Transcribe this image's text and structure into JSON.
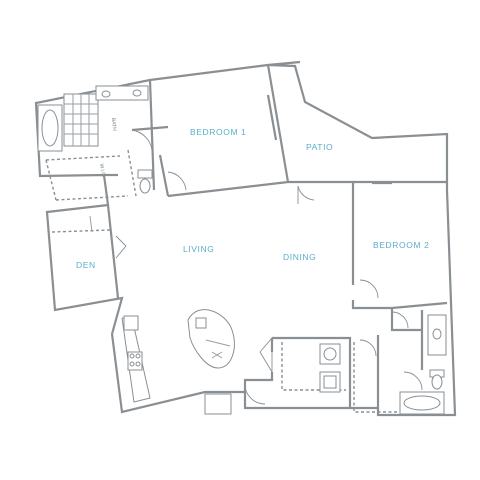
{
  "colors": {
    "wall": "#8a8f93",
    "label": "#5aaec9",
    "background": "#ffffff"
  },
  "rooms": {
    "bedroom_1": "BEDROOM 1",
    "patio": "PATIO",
    "living": "LIVING",
    "dining": "DINING",
    "den": "DEN",
    "bedroom_2": "BEDROOM 2"
  },
  "fixture_labels": {
    "bath": "BATH",
    "wic": "W.I.C."
  }
}
